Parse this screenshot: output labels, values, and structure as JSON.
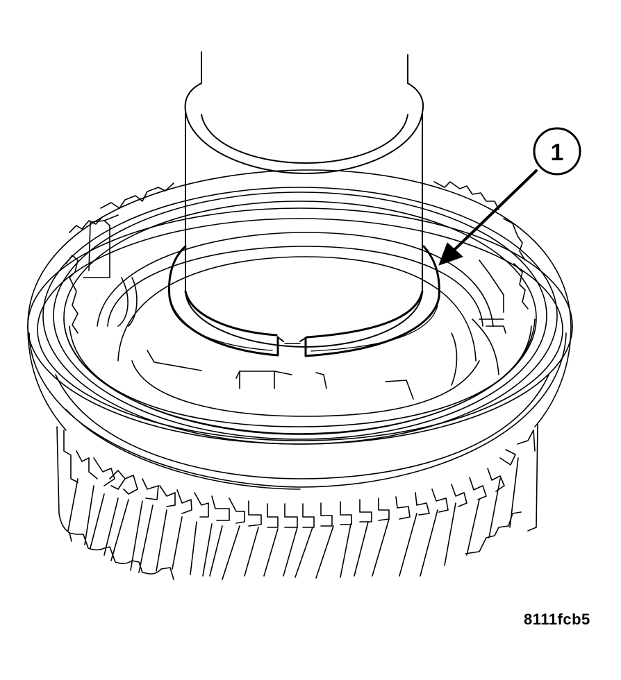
{
  "figure": {
    "title": "Shaft with split snap ring installed in synchronizer assembly",
    "figure_id": "8111fcb5",
    "line_color": "#000000",
    "background_color": "#ffffff"
  },
  "callouts": [
    {
      "number": "1",
      "target": "snap-ring"
    }
  ],
  "parts": [
    {
      "name": "shaft",
      "description": "vertical cylindrical shaft / installer tool"
    },
    {
      "name": "snap-ring",
      "description": "split snap ring seated around shaft"
    },
    {
      "name": "synchronizer-hub",
      "description": "hub with inner splines and keys"
    },
    {
      "name": "synchronizer-sleeve",
      "description": "outer ring / sleeve"
    },
    {
      "name": "gear",
      "description": "helical gear with clutch teeth below"
    }
  ]
}
